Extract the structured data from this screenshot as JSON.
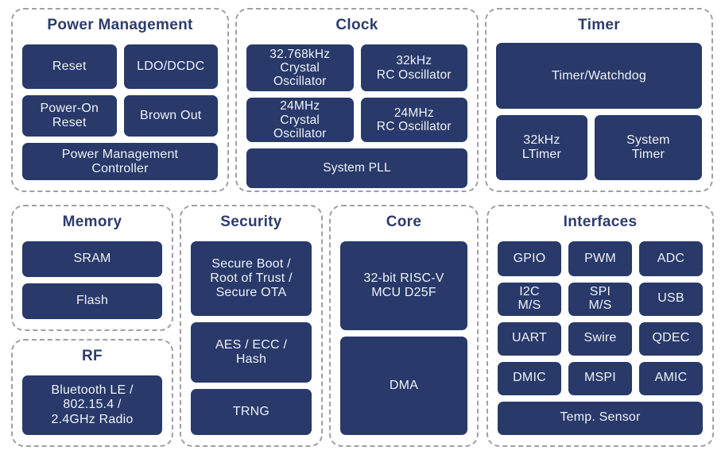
{
  "colors": {
    "background": "#ffffff",
    "border": "#9da0a6",
    "title_text": "#2d3c6c",
    "block_fill": "#28396a",
    "block_text": "#f0f2f7"
  },
  "sections": {
    "power_management": {
      "title": "Power Management",
      "blocks": [
        "Reset",
        "LDO/DCDC",
        "Power-On\nReset",
        "Brown Out",
        "Power Management\nController"
      ]
    },
    "clock": {
      "title": "Clock",
      "blocks": [
        "32.768kHz\nCrystal\nOscillator",
        "32kHz\nRC Oscillator",
        "24MHz\nCrystal\nOscillator",
        "24MHz\nRC Oscillator",
        "System PLL"
      ]
    },
    "timer": {
      "title": "Timer",
      "blocks": [
        "Timer/Watchdog",
        "32kHz\nLTimer",
        "System\nTimer"
      ]
    },
    "memory": {
      "title": "Memory",
      "blocks": [
        "SRAM",
        "Flash"
      ]
    },
    "rf": {
      "title": "RF",
      "blocks": [
        "Bluetooth LE /\n802.15.4 /\n2.4GHz Radio"
      ]
    },
    "security": {
      "title": "Security",
      "blocks": [
        "Secure Boot /\nRoot of Trust /\nSecure OTA",
        "AES / ECC /\nHash",
        "TRNG"
      ]
    },
    "core": {
      "title": "Core",
      "blocks": [
        "32-bit RISC-V\nMCU D25F",
        "DMA"
      ]
    },
    "interfaces": {
      "title": "Interfaces",
      "blocks": [
        "GPIO",
        "PWM",
        "ADC",
        "I2C\nM/S",
        "SPI\nM/S",
        "USB",
        "UART",
        "Swire",
        "QDEC",
        "DMIC",
        "MSPI",
        "AMIC",
        "Temp. Sensor"
      ]
    }
  }
}
